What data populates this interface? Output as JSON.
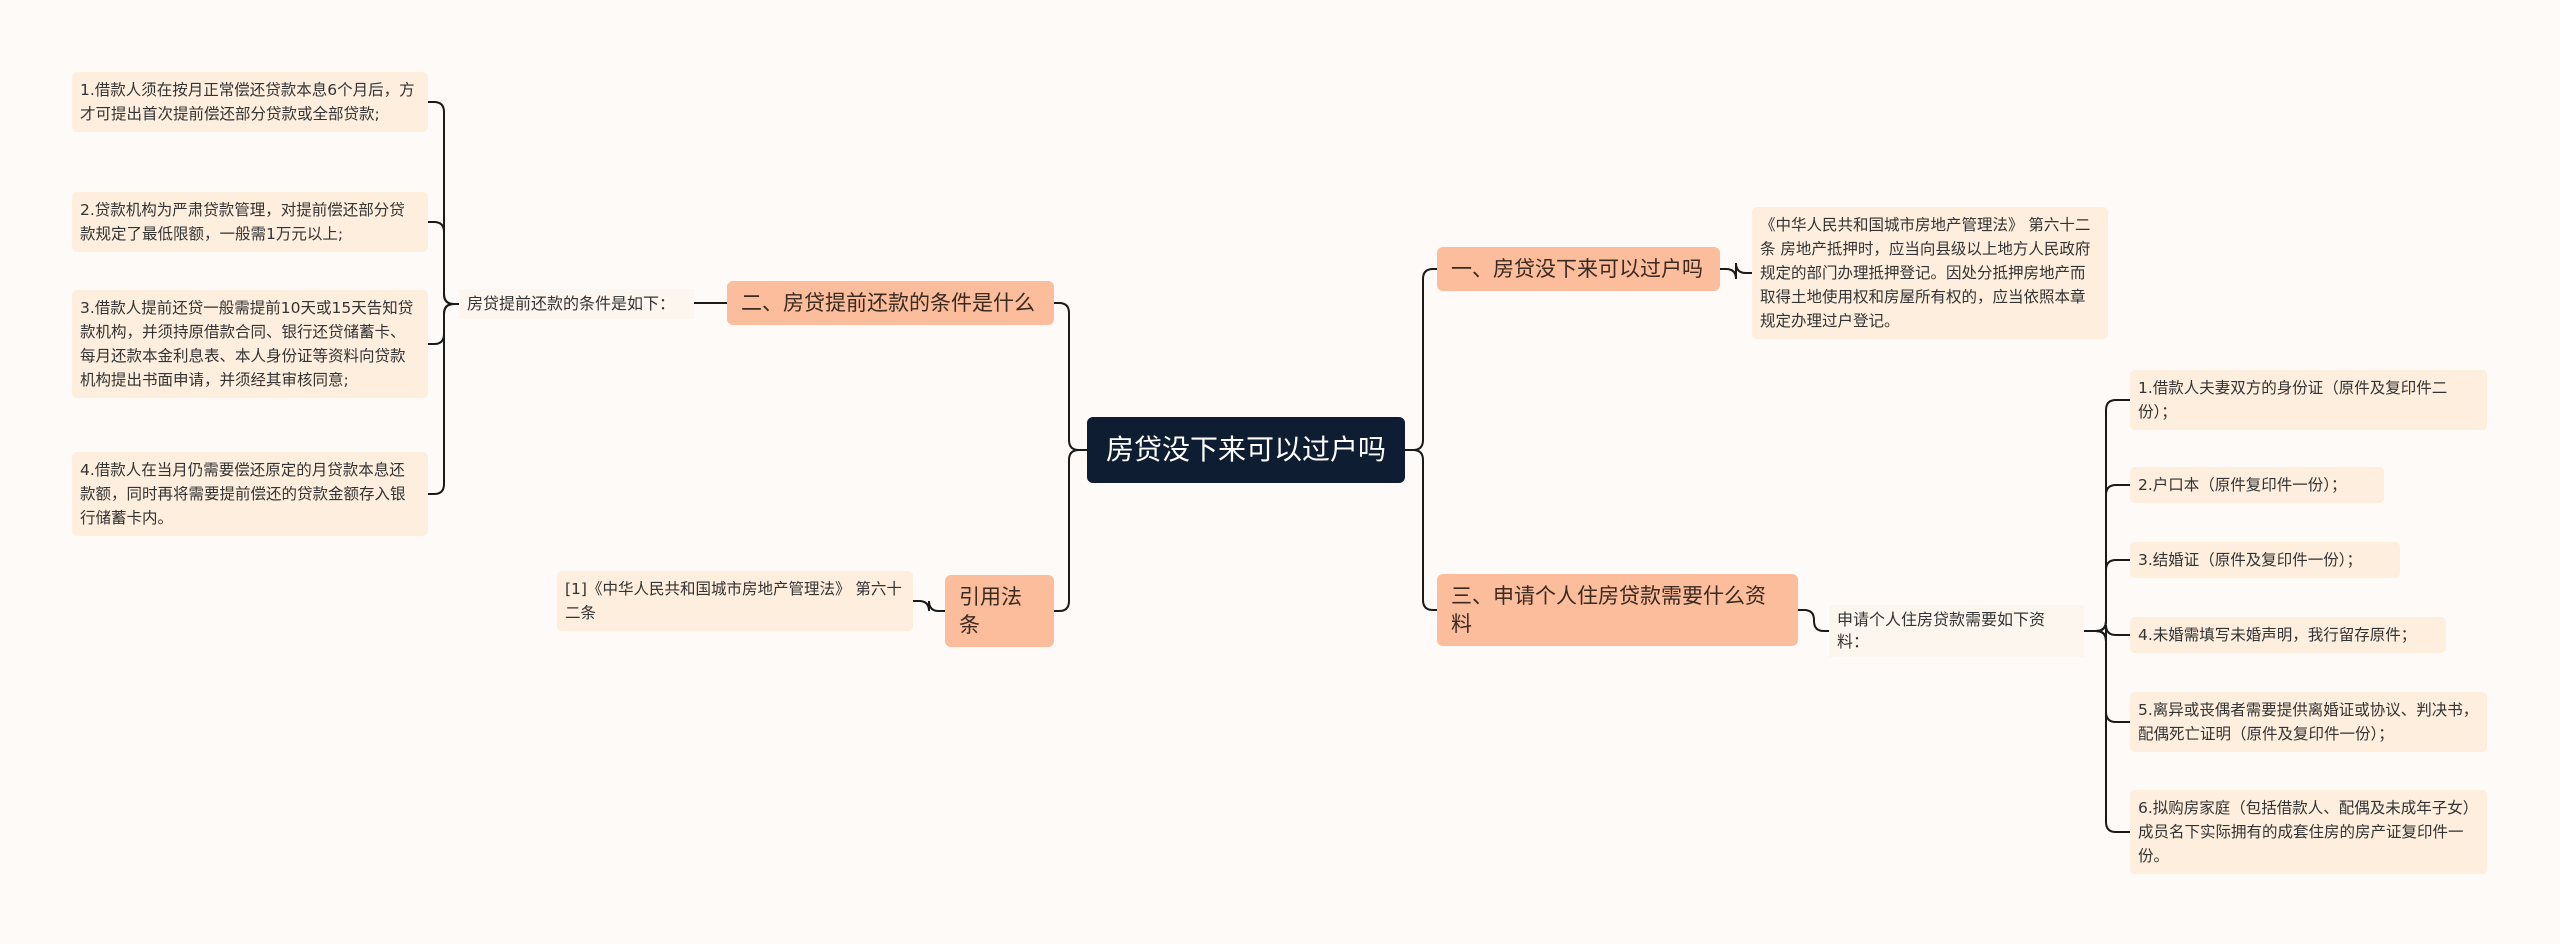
{
  "root": {
    "title": "房贷没下来可以过户吗"
  },
  "branches": {
    "right_1": {
      "title": "一、房贷没下来可以过户吗",
      "detail": "《中华人民共和国城市房地产管理法》 第六十二条 房地产抵押时，应当向县级以上地方人民政府规定的部门办理抵押登记。因处分抵押房地产而取得土地使用权和房屋所有权的，应当依照本章规定办理过户登记。"
    },
    "right_3": {
      "title": "三、申请个人住房贷款需要什么资料",
      "label": "申请个人住房贷款需要如下资料：",
      "items": [
        "1.借款人夫妻双方的身份证（原件及复印件二份）；",
        "2.户口本（原件复印件一份）；",
        "3.结婚证（原件及复印件一份）；",
        "4.未婚需填写未婚声明，我行留存原件；",
        "5.离异或丧偶者需要提供离婚证或协议、判决书，配偶死亡证明（原件及复印件一份）；",
        "6.拟购房家庭（包括借款人、配偶及未成年子女）成员名下实际拥有的成套住房的房产证复印件一份。"
      ]
    },
    "left_2": {
      "title": "二、房贷提前还款的条件是什么",
      "label": "房贷提前还款的条件是如下：",
      "items": [
        "1.借款人须在按月正常偿还贷款本息6个月后，方才可提出首次提前偿还部分贷款或全部贷款;",
        "2.贷款机构为严肃贷款管理，对提前偿还部分贷款规定了最低限额，一般需1万元以上;",
        "3.借款人提前还贷一般需提前10天或15天告知贷款机构，并须持原借款合同、银行还贷储蓄卡、每月还款本金利息表、本人身份证等资料向贷款机构提出书面申请，并须经其审核同意;",
        "4.借款人在当月仍需要偿还原定的月贷款本息还款额，同时再将需要提前偿还的贷款金额存入银行储蓄卡内。"
      ]
    },
    "left_ref": {
      "title": "引用法条",
      "item": "[1]《中华人民共和国城市房地产管理法》 第六十二条"
    }
  },
  "colors": {
    "root_bg": "#0f1d33",
    "branch_bg": "#fbbd9b",
    "leaf_bg": "#fdeede",
    "line": "#1a1a1a",
    "page_bg": "#fdfaf7"
  }
}
